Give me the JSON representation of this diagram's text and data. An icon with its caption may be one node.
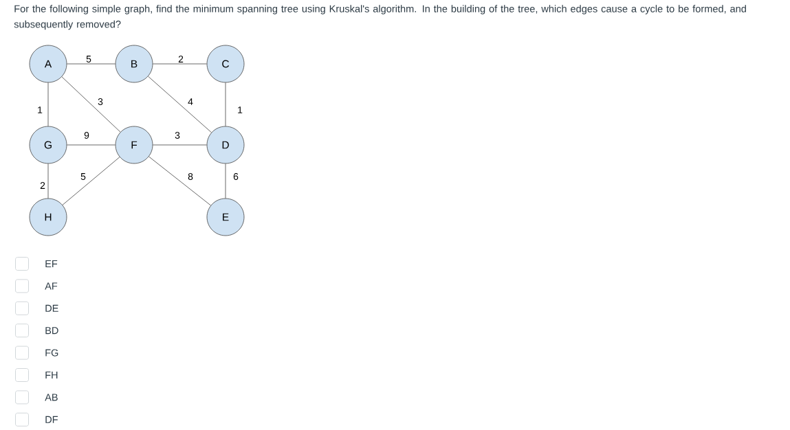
{
  "diagram": {
    "title": "For the following simple graph, find the minimum spanning tree using Kruskal's algorithm. In the building of the tree, which edges cause a cycle to be formed, and subsequently removed?",
    "nodes": [
      {
        "text": [
          "A"
        ]
      },
      {
        "text": [
          "B"
        ]
      },
      {
        "text": [
          "C"
        ]
      },
      {
        "text": [
          "G"
        ]
      },
      {
        "text": [
          "F"
        ]
      },
      {
        "text": [
          "D"
        ]
      },
      {
        "text": [
          "H"
        ]
      },
      {
        "text": [
          "E"
        ]
      }
    ],
    "edges": [
      {
        "from": 0,
        "to": 1,
        "arrow": "none",
        "label": "5"
      },
      {
        "from": 1,
        "to": 2,
        "arrow": "none",
        "label": "2"
      },
      {
        "from": 0,
        "to": 3,
        "arrow": "none",
        "label": "1"
      },
      {
        "from": 0,
        "to": 4,
        "arrow": "none",
        "label": "3"
      },
      {
        "from": 1,
        "to": 5,
        "arrow": "none",
        "label": "4"
      },
      {
        "from": 2,
        "to": 5,
        "arrow": "none",
        "label": "1"
      },
      {
        "from": 3,
        "to": 4,
        "arrow": "none",
        "label": "9"
      },
      {
        "from": 4,
        "to": 5,
        "arrow": "none",
        "label": "3"
      },
      {
        "from": 3,
        "to": 6,
        "arrow": "none",
        "label": "2"
      },
      {
        "from": 4,
        "to": 6,
        "arrow": "none",
        "label": "5"
      },
      {
        "from": 4,
        "to": 7,
        "arrow": "none",
        "label": "8"
      },
      {
        "from": 5,
        "to": 7,
        "arrow": "none",
        "label": "6"
      }
    ],
    "labels": [
      "EF",
      "AF",
      "DE",
      "BD",
      "FG",
      "FH",
      "AB",
      "DF"
    ]
  }
}
